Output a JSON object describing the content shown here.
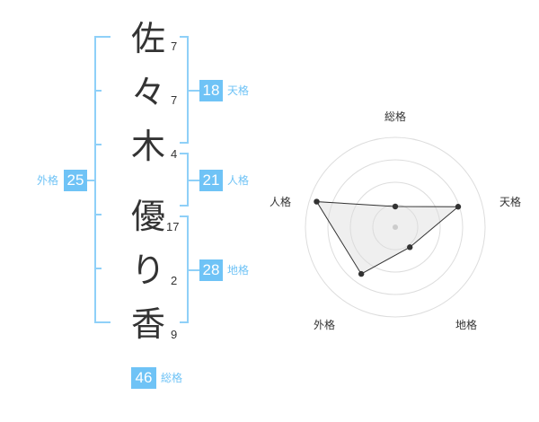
{
  "name": {
    "chars": [
      {
        "char": "佐",
        "strokes": "7"
      },
      {
        "char": "々",
        "strokes": "7"
      },
      {
        "char": "木",
        "strokes": "4"
      },
      {
        "char": "優",
        "strokes": "17"
      },
      {
        "char": "り",
        "strokes": "2"
      },
      {
        "char": "香",
        "strokes": "9"
      }
    ]
  },
  "fortunes": {
    "tenkaku": {
      "value": "18",
      "label": "天格"
    },
    "jinkaku": {
      "value": "21",
      "label": "人格"
    },
    "chikaku": {
      "value": "28",
      "label": "地格"
    },
    "gaikaku": {
      "value": "25",
      "label": "外格"
    },
    "soukaku": {
      "value": "46",
      "label": "総格"
    }
  },
  "colors": {
    "accent": "#6fc3f6",
    "text": "#333333",
    "grid": "#dddddd"
  },
  "chart_data": {
    "type": "radar",
    "axes": [
      "総格",
      "天格",
      "地格",
      "外格",
      "人格"
    ],
    "values": [
      0.25,
      0.8,
      0.3,
      0.7,
      1.0
    ],
    "range": [
      0,
      1
    ]
  }
}
